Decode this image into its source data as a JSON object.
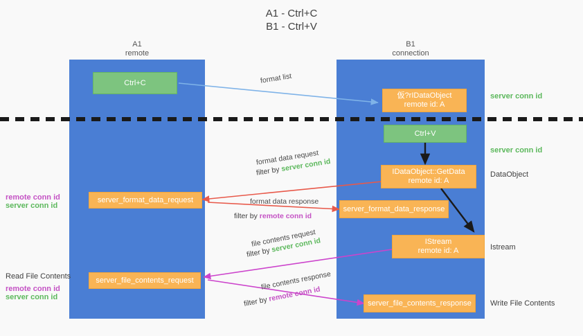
{
  "title": {
    "line1": "A1 - Ctrl+C",
    "line2": "B1 - Ctrl+V"
  },
  "columns": [
    {
      "name": "A1",
      "sub": "remote"
    },
    {
      "name": "B1",
      "sub": "connection"
    }
  ],
  "boxes": {
    "ctrl_c": {
      "line1": "Ctrl+C",
      "line2": "",
      "color": "#7dc47f"
    },
    "ctrl_v": {
      "line1": "Ctrl+V",
      "line2": "",
      "color": "#7dc47f"
    },
    "idataobject": {
      "line1": "仮?rIDataObject",
      "line2": "remote id: A",
      "color": "#f9b455"
    },
    "getdata": {
      "line1": "IDataObject::GetData",
      "line2": "remote id: A",
      "color": "#f9b455"
    },
    "istream": {
      "line1": "IStream",
      "line2": "remote id: A",
      "color": "#f9b455"
    },
    "fmt_data_request": {
      "line1": "server_format_data_request",
      "line2": "",
      "color": "#f9b455"
    },
    "fmt_data_response": {
      "line1": "server_format_data_response",
      "line2": "",
      "color": "#f9b455"
    },
    "file_request": {
      "line1": "server_file_contents_request",
      "line2": "",
      "color": "#f9b455"
    },
    "file_response": {
      "line1": "server_file_contents_response",
      "line2": "",
      "color": "#f9b455"
    }
  },
  "arrow_labels": {
    "format_list": "format list",
    "format_data_request": "format data request",
    "format_data_response": "format data response",
    "file_contents_request": "file contents request",
    "file_contents_response": "file contents response",
    "filter_by": "filter by "
  },
  "conn_ids": {
    "server": "server conn id",
    "remote": "remote conn id"
  },
  "side_labels": {
    "data_object": "DataObject",
    "istream": "Istream",
    "write_file_contents": "Write File Contents",
    "read_file_contents": "Read File Contents"
  },
  "colors": {
    "lane": "#4a7ed4",
    "green": "#7dc47f",
    "orange": "#f9b455",
    "text_green": "#5cb85c",
    "text_magenta": "#c452c4",
    "arrow_red": "#e8594a",
    "arrow_blue": "#7fb3e8",
    "arrow_magenta": "#cc44cc",
    "arrow_black": "#1a1a1a",
    "background": "#f9f9f9"
  }
}
